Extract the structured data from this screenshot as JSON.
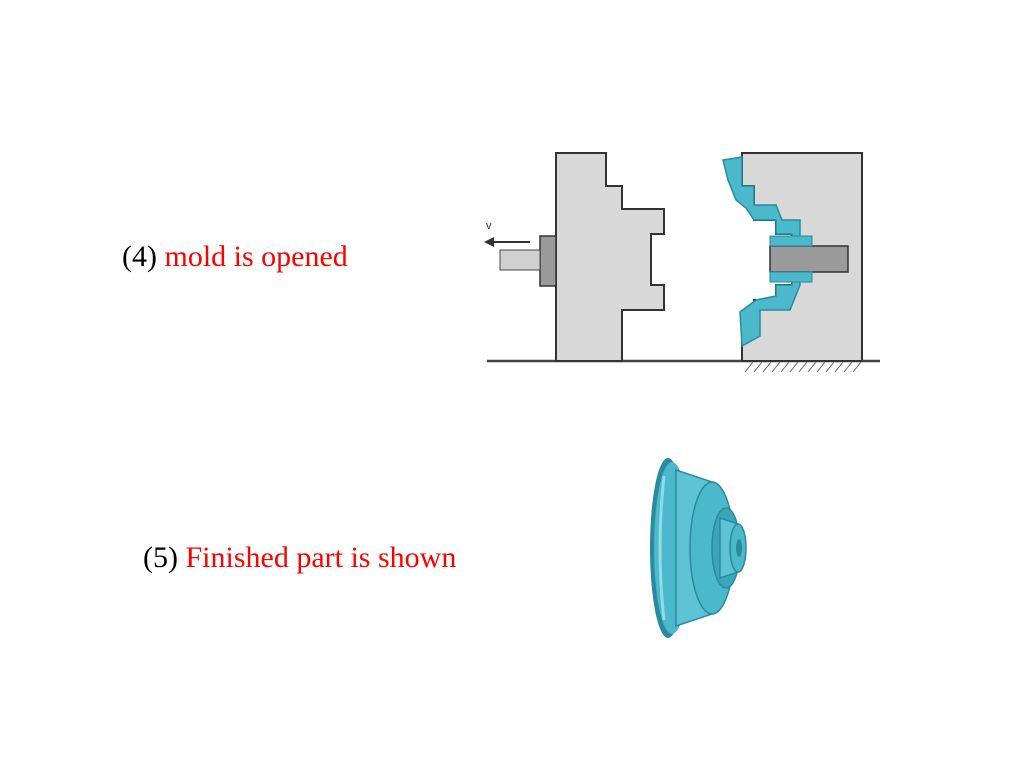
{
  "steps": [
    {
      "number": "(4)",
      "text": "mold is opened"
    },
    {
      "number": "(5)",
      "text": "Finished part is shown"
    }
  ],
  "diagram": {
    "velocity_label": "v"
  },
  "colors": {
    "caption_number": "#000000",
    "caption_text": "#ff0000",
    "mold": "#d8d8d8",
    "mold_outline": "#333333",
    "part": "#4bb8cc",
    "part_dark": "#2a8a9e"
  }
}
